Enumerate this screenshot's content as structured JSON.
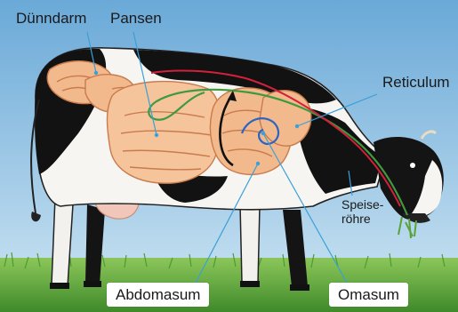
{
  "labels": {
    "duenndarm": "Dünndarm",
    "pansen": "Pansen",
    "reticulum": "Reticulum",
    "speiseroehre_line1": "Speise-",
    "speiseroehre_line2": "röhre",
    "abdomasum": "Abdomasum",
    "omasum": "Omasum"
  },
  "colors": {
    "sky_top": "#6aa9d8",
    "sky_bottom": "#c6e1f1",
    "grass": "#5aa23a",
    "cow_black": "#121212",
    "cow_white": "#f7f5f2",
    "organ": "#f2b98c",
    "organ_outline": "#c97b4d",
    "path_green": "#3f9a3f",
    "path_red": "#d4203a",
    "path_blue": "#2b64c4",
    "path_black": "#111111",
    "pointer": "#3aa0d8"
  }
}
